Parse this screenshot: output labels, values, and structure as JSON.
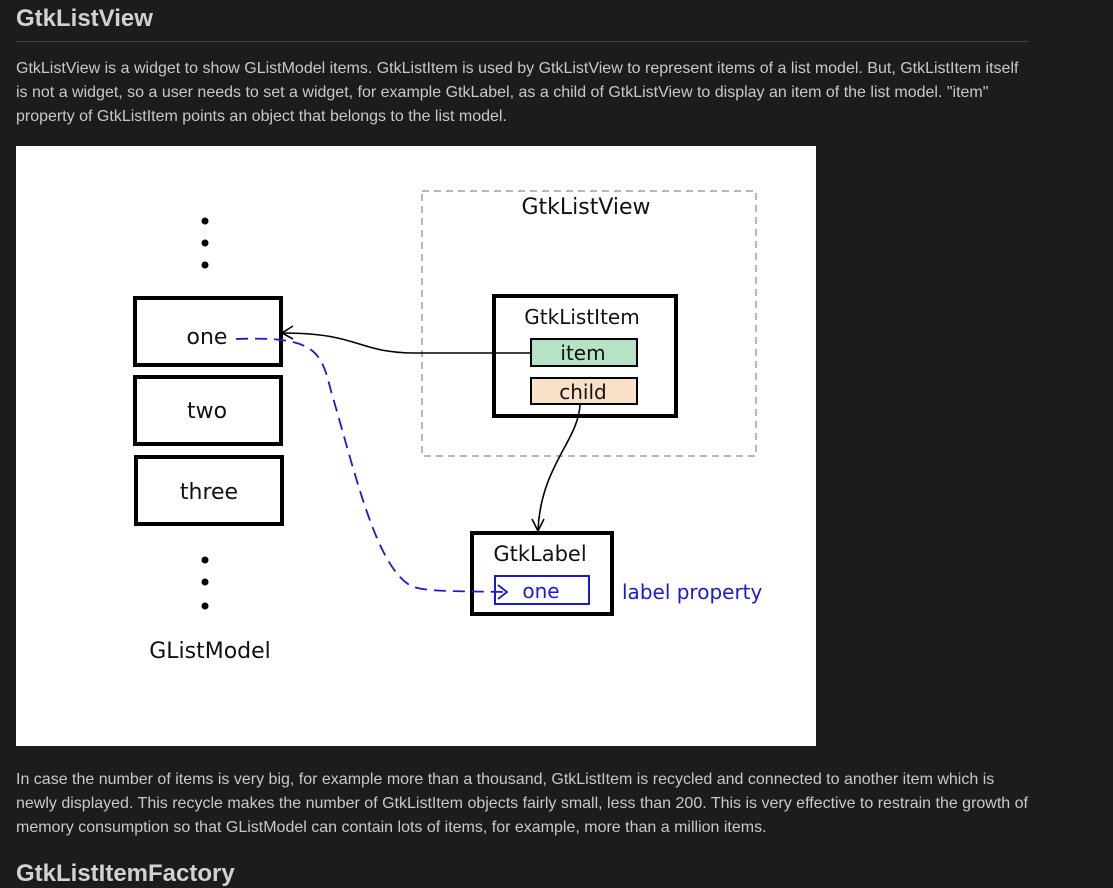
{
  "heading": "GtkListView",
  "intro_paragraph": "GtkListView is a widget to show GListModel items. GtkListItem is used by GtkListView to represent items of a list model. But, GtkListItem itself is not a widget, so a user needs to set a widget, for example GtkLabel, as a child of GtkListView to display an item of the list model. \"item\" property of GtkListItem points an object that belongs to the list model.",
  "diagram": {
    "list_model_label": "GListModel",
    "list_items": [
      "one",
      "two",
      "three"
    ],
    "list_view_label": "GtkListView",
    "list_item_label": "GtkListItem",
    "item_property": "item",
    "child_property": "child",
    "label_widget": "GtkLabel",
    "label_value": "one",
    "label_property_caption": "label property",
    "colors": {
      "item_fill": "#b6e3c6",
      "child_fill": "#f9e0c8",
      "label_property": "#1a1ad6",
      "dashed_border": "#b8b8b8"
    }
  },
  "second_paragraph": "In case the number of items is very big, for example more than a thousand, GtkListItem is recycled and connected to another item which is newly displayed. This recycle makes the number of GtkListItem objects fairly small, less than 200. This is very effective to restrain the growth of memory consumption so that GListModel can contain lots of items, for example, more than a million items.",
  "next_heading": "GtkListItemFactory"
}
